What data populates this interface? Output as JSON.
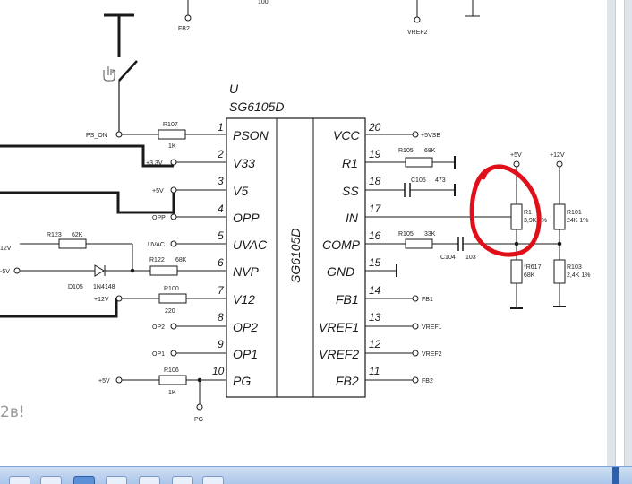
{
  "ic": {
    "designator": "U",
    "part": "SG6105D",
    "body_label": "SG6105D",
    "left_pins": [
      {
        "num": "1",
        "name": "PSON"
      },
      {
        "num": "2",
        "name": "V33"
      },
      {
        "num": "3",
        "name": "V5"
      },
      {
        "num": "4",
        "name": "OPP"
      },
      {
        "num": "5",
        "name": "UVAC"
      },
      {
        "num": "6",
        "name": "NVP"
      },
      {
        "num": "7",
        "name": "V12"
      },
      {
        "num": "8",
        "name": "OP2"
      },
      {
        "num": "9",
        "name": "OP1"
      },
      {
        "num": "10",
        "name": "PG"
      }
    ],
    "right_pins": [
      {
        "num": "20",
        "name": "VCC"
      },
      {
        "num": "19",
        "name": "R1"
      },
      {
        "num": "18",
        "name": "SS"
      },
      {
        "num": "17",
        "name": "IN"
      },
      {
        "num": "16",
        "name": "COMP"
      },
      {
        "num": "15",
        "name": "GND"
      },
      {
        "num": "14",
        "name": "FB1"
      },
      {
        "num": "13",
        "name": "VREF1"
      },
      {
        "num": "12",
        "name": "VREF2"
      },
      {
        "num": "11",
        "name": "FB2"
      }
    ]
  },
  "top": {
    "fb2": "FB2",
    "vref2": "VREF2",
    "partial": "100"
  },
  "left_nets": {
    "ps_on": "PS_ON",
    "r107": "R107",
    "r107_val": "1K",
    "v33": "+3.3V",
    "v5": "+5V",
    "opp": "OPP",
    "r123": "R123",
    "r123_val": "62K",
    "uvac": "UVAC",
    "in12": "12V",
    "in5": "-5V",
    "r122": "R122",
    "r122_val": "68K",
    "d105": "D105",
    "d105_val": "1N4148",
    "v12": "+12V",
    "r100": "R100",
    "r100_val": "220",
    "op2": "OP2",
    "op1": "OP1",
    "pg_in": "+5V",
    "r106": "R106",
    "r106_val": "1K",
    "pg": "PG"
  },
  "right_nets": {
    "vsb": "+5VSB",
    "r105a": "R105",
    "r105a_val": "68K",
    "c105": "C105",
    "c105_val": "473",
    "r105b": "R105",
    "r105b_val": "33K",
    "c104": "C104",
    "c104_val": "103",
    "fb1": "FB1",
    "vref1": "VREF1",
    "vref2": "VREF2",
    "fb2": "FB2",
    "p5v": "+5V",
    "p12v": "+12V",
    "r1x": "R1",
    "r1x_val": "3,9K",
    "r1x_tol": "1%",
    "r101": "R101",
    "r101_val": "24K 1%",
    "r617": "*R617",
    "r617_val": "68K",
    "r103": "R103",
    "r103_val": "2,4K 1%"
  },
  "caption": "2в!",
  "colors": {
    "wire": "#1a1a1a",
    "highlight": "#e0101a",
    "net_orange": "#d98a1e",
    "net_purple": "#7a3aa0",
    "net_red": "#c8102e",
    "net_yellow": "#a8a21a"
  }
}
